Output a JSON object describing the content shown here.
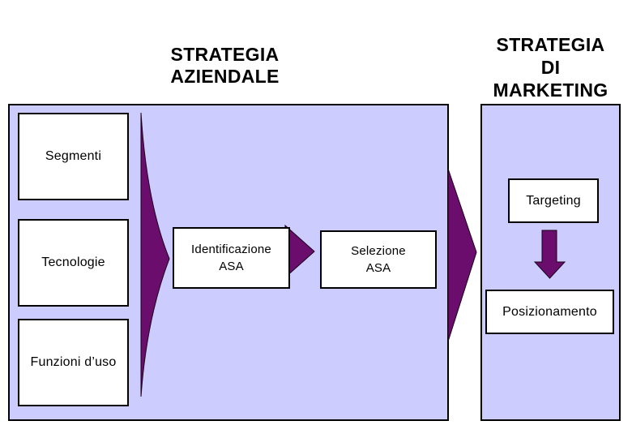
{
  "titles": {
    "corporate": "STRATEGIA\nAZIENDALE",
    "marketing": "STRATEGIA\nDI\nMARKETING"
  },
  "corporate_strategy": {
    "dimension_boxes": [
      {
        "label": "Segmenti"
      },
      {
        "label": "Tecnologie"
      },
      {
        "label": "Funzioni d’uso"
      }
    ],
    "process_boxes": [
      {
        "label": "Identificazione\nASA"
      },
      {
        "label": "Selezione\nASA"
      }
    ]
  },
  "marketing_strategy": {
    "step_boxes": [
      {
        "label": "Targeting"
      },
      {
        "label": "Posizionamento"
      }
    ]
  },
  "icons": {
    "inputs_merge_arrow": "tall-right-arrowhead",
    "identification_to_selection_arrow": "right-arrowhead",
    "corporate_to_marketing_arrow": "large-right-arrowhead",
    "targeting_to_positioning_arrow": "down-block-arrow"
  },
  "colors": {
    "panel_fill": "#CCCCFF",
    "panel_border": "#000000",
    "box_fill": "#FFFFFF",
    "box_border": "#000000",
    "arrow_fill": "#6A0D6C",
    "title_text": "#000000"
  }
}
